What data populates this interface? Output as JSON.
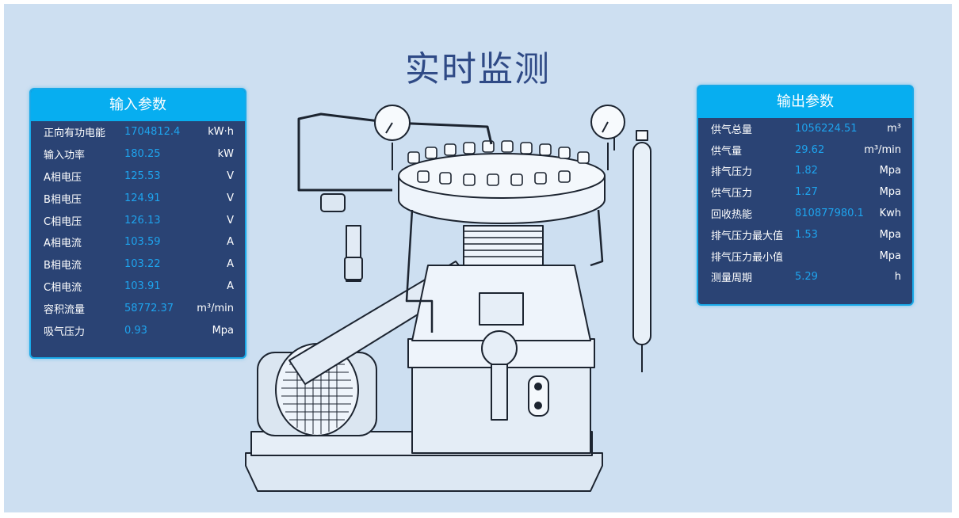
{
  "title": "实时监测",
  "input": {
    "header": "输入参数",
    "rows": [
      {
        "label": "正向有功电能",
        "value": "1704812.4",
        "unit": "kW·h"
      },
      {
        "label": "输入功率",
        "value": "180.25",
        "unit": "kW"
      },
      {
        "label": "A相电压",
        "value": "125.53",
        "unit": "V"
      },
      {
        "label": "B相电压",
        "value": "124.91",
        "unit": "V"
      },
      {
        "label": "C相电压",
        "value": "126.13",
        "unit": "V"
      },
      {
        "label": "A相电流",
        "value": "103.59",
        "unit": "A"
      },
      {
        "label": "B相电流",
        "value": "103.22",
        "unit": "A"
      },
      {
        "label": "C相电流",
        "value": "103.91",
        "unit": "A"
      },
      {
        "label": "容积流量",
        "value": "58772.37",
        "unit": "m³/min"
      },
      {
        "label": "吸气压力",
        "value": "0.93",
        "unit": "Mpa"
      }
    ]
  },
  "output": {
    "header": "输出参数",
    "rows": [
      {
        "label": "供气总量",
        "value": "1056224.51",
        "unit": "m³"
      },
      {
        "label": "供气量",
        "value": "29.62",
        "unit": "m³/min"
      },
      {
        "label": "排气压力",
        "value": "1.82",
        "unit": "Mpa"
      },
      {
        "label": "供气压力",
        "value": "1.27",
        "unit": "Mpa"
      },
      {
        "label": "回收热能",
        "value": "810877980.1",
        "unit": "Kwh"
      },
      {
        "label": "排气压力最大值",
        "value": "1.53",
        "unit": "Mpa"
      },
      {
        "label": "排气压力最小值",
        "value": "",
        "unit": "Mpa"
      },
      {
        "label": "测量周期",
        "value": "5.29",
        "unit": "h"
      }
    ]
  },
  "icons": {
    "machine": "compressor-illustration-icon"
  },
  "colors": {
    "background": "#cddff1",
    "panel": "#2a4374",
    "panel_header": "#07aef0",
    "value": "#1ea4ee",
    "title": "#2f4a86"
  }
}
